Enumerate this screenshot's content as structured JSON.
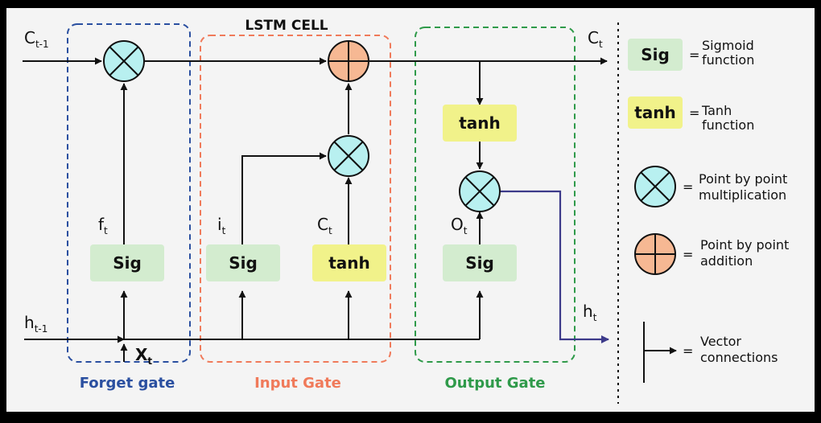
{
  "title": "LSTM CELL",
  "gates": {
    "forget": "Forget gate",
    "input": "Input Gate",
    "output": "Output Gate"
  },
  "boxes": {
    "forget_sig": "Sig",
    "input_sig": "Sig",
    "input_tanh": "tanh",
    "output_sig": "Sig",
    "output_tanh": "tanh"
  },
  "signals": {
    "c_prev": {
      "main": "C",
      "sub": "t-1"
    },
    "c_next": {
      "main": "C",
      "sub": "t"
    },
    "h_prev": {
      "main": "h",
      "sub": "t-1"
    },
    "h_next": {
      "main": "h",
      "sub": "t"
    },
    "x": {
      "main": "X",
      "sub": "t"
    },
    "f": {
      "main": "f",
      "sub": "t"
    },
    "i": {
      "main": "i",
      "sub": "t"
    },
    "c_cand": {
      "main": "C",
      "sub": "t"
    },
    "o": {
      "main": "O",
      "sub": "t"
    }
  },
  "legend": {
    "sig_box": "Sig",
    "sig_eq": "=",
    "sig_line1": "Sigmoid",
    "sig_line2": "function",
    "tanh_box": "tanh",
    "tanh_eq": "=",
    "tanh_line1": "Tanh",
    "tanh_line2": "function",
    "mult_eq": "=",
    "mult_line1": "Point by point",
    "mult_line2": "multiplication",
    "add_eq": "=",
    "add_line1": "Point by point",
    "add_line2": "addition",
    "vec_eq": "=",
    "vec_line1": "Vector",
    "vec_line2": "connections"
  },
  "colors": {
    "forget_border": "#2a4fa0",
    "forget_label": "#2a4fa0",
    "input_border": "#f07a5a",
    "input_label": "#f07a5a",
    "output_border": "#2f9a4a",
    "output_label": "#2f9a4a",
    "sig_fill": "#d3eccf",
    "tanh_fill": "#f1f28a",
    "mult_fill": "#b8f0f0",
    "add_fill": "#f6b893",
    "h_line": "#3c3a8a"
  }
}
